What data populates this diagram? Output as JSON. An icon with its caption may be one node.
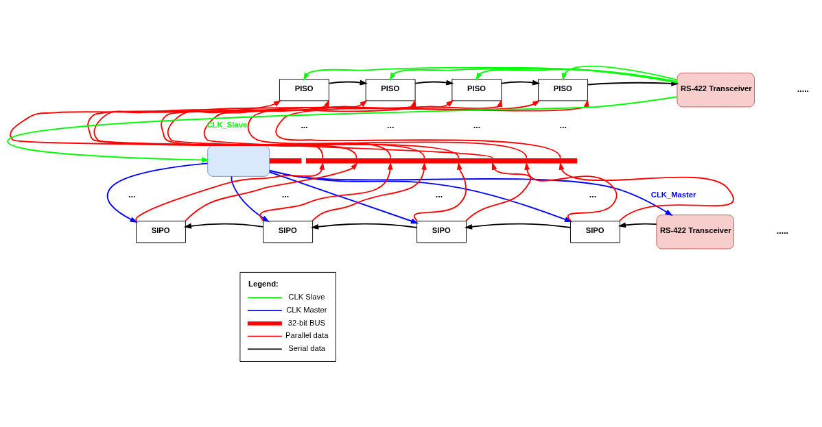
{
  "diagram": {
    "nodes": [
      {
        "text": [],
        "shape": "box"
      },
      {
        "text": [
          "PISO"
        ]
      },
      {
        "text": [
          "PISO"
        ]
      },
      {
        "text": [
          "PISO"
        ]
      },
      {
        "text": [
          "PISO"
        ]
      },
      {
        "text": [
          "SIPO"
        ]
      },
      {
        "text": [
          "SIPO"
        ]
      },
      {
        "text": [
          "SIPO"
        ]
      },
      {
        "text": [
          "SIPO"
        ]
      },
      {
        "text": [
          "RS-422 Transceiver"
        ]
      },
      {
        "text": [
          "RS-422 Transceiver"
        ]
      },
      {
        "text": [],
        "shape": "bar"
      }
    ],
    "edges": [
      {
        "from": 9,
        "to": 0,
        "arrow": "to",
        "label": "CLK_Slave",
        "color": "#00ff00"
      },
      {
        "from": 9,
        "to": 1,
        "arrow": "to",
        "color": "#00ff00"
      },
      {
        "from": 9,
        "to": 2,
        "arrow": "to",
        "color": "#00ff00"
      },
      {
        "from": 9,
        "to": 3,
        "arrow": "to",
        "color": "#00ff00"
      },
      {
        "from": 9,
        "to": 4,
        "arrow": "to",
        "color": "#00ff00"
      },
      {
        "from": 0,
        "to": 10,
        "arrow": "to",
        "label": "CLK_Master",
        "color": "#0000ff"
      },
      {
        "from": 0,
        "to": 5,
        "arrow": "to",
        "color": "#0000ff"
      },
      {
        "from": 0,
        "to": 6,
        "arrow": "to",
        "color": "#0000ff"
      },
      {
        "from": 0,
        "to": 7,
        "arrow": "to",
        "color": "#0000ff"
      },
      {
        "from": 0,
        "to": 8,
        "arrow": "to",
        "color": "#0000ff"
      },
      {
        "from": 0,
        "to": 11,
        "arrow": "none",
        "style": "thick",
        "color": "#ff0000"
      },
      {
        "from": 11,
        "to": 1,
        "arrow": "to",
        "color": "#ff0000"
      },
      {
        "from": 11,
        "to": 1,
        "arrow": "to",
        "color": "#ff0000"
      },
      {
        "from": 11,
        "to": 2,
        "arrow": "to",
        "color": "#ff0000"
      },
      {
        "from": 11,
        "to": 2,
        "arrow": "to",
        "color": "#ff0000"
      },
      {
        "from": 11,
        "to": 3,
        "arrow": "to",
        "color": "#ff0000"
      },
      {
        "from": 11,
        "to": 3,
        "arrow": "to",
        "color": "#ff0000"
      },
      {
        "from": 11,
        "to": 4,
        "arrow": "to",
        "color": "#ff0000"
      },
      {
        "from": 11,
        "to": 4,
        "arrow": "to",
        "color": "#ff0000"
      },
      {
        "from": 5,
        "to": 11,
        "arrow": "to",
        "color": "#ff0000"
      },
      {
        "from": 5,
        "to": 11,
        "arrow": "to",
        "color": "#ff0000"
      },
      {
        "from": 6,
        "to": 11,
        "arrow": "to",
        "color": "#ff0000"
      },
      {
        "from": 6,
        "to": 11,
        "arrow": "to",
        "color": "#ff0000"
      },
      {
        "from": 7,
        "to": 11,
        "arrow": "to",
        "color": "#ff0000"
      },
      {
        "from": 7,
        "to": 11,
        "arrow": "to",
        "color": "#ff0000"
      },
      {
        "from": 8,
        "to": 11,
        "arrow": "to",
        "color": "#ff0000"
      },
      {
        "from": 8,
        "to": 11,
        "arrow": "to",
        "color": "#ff0000"
      },
      {
        "from": 1,
        "to": 2,
        "arrow": "to",
        "color": "#000000"
      },
      {
        "from": 2,
        "to": 3,
        "arrow": "to",
        "color": "#000000"
      },
      {
        "from": 3,
        "to": 4,
        "arrow": "to",
        "color": "#000000"
      },
      {
        "from": 4,
        "to": 9,
        "arrow": "to",
        "color": "#000000"
      },
      {
        "from": 10,
        "to": 8,
        "arrow": "to",
        "color": "#000000"
      },
      {
        "from": 8,
        "to": 7,
        "arrow": "to",
        "color": "#000000"
      },
      {
        "from": 7,
        "to": 6,
        "arrow": "to",
        "color": "#000000"
      },
      {
        "from": 6,
        "to": 5,
        "arrow": "to",
        "color": "#000000"
      }
    ],
    "labels": [
      "...",
      "...",
      "...",
      "...",
      "...",
      "...",
      "...",
      "...",
      ".....",
      ".....",
      "Legend:"
    ],
    "legend": [
      {
        "text": "CLK Slave"
      },
      {
        "text": "CLK Master"
      },
      {
        "text": "32-bit BUS"
      },
      {
        "text": "Parallel data"
      },
      {
        "text": "Serial data"
      }
    ]
  }
}
